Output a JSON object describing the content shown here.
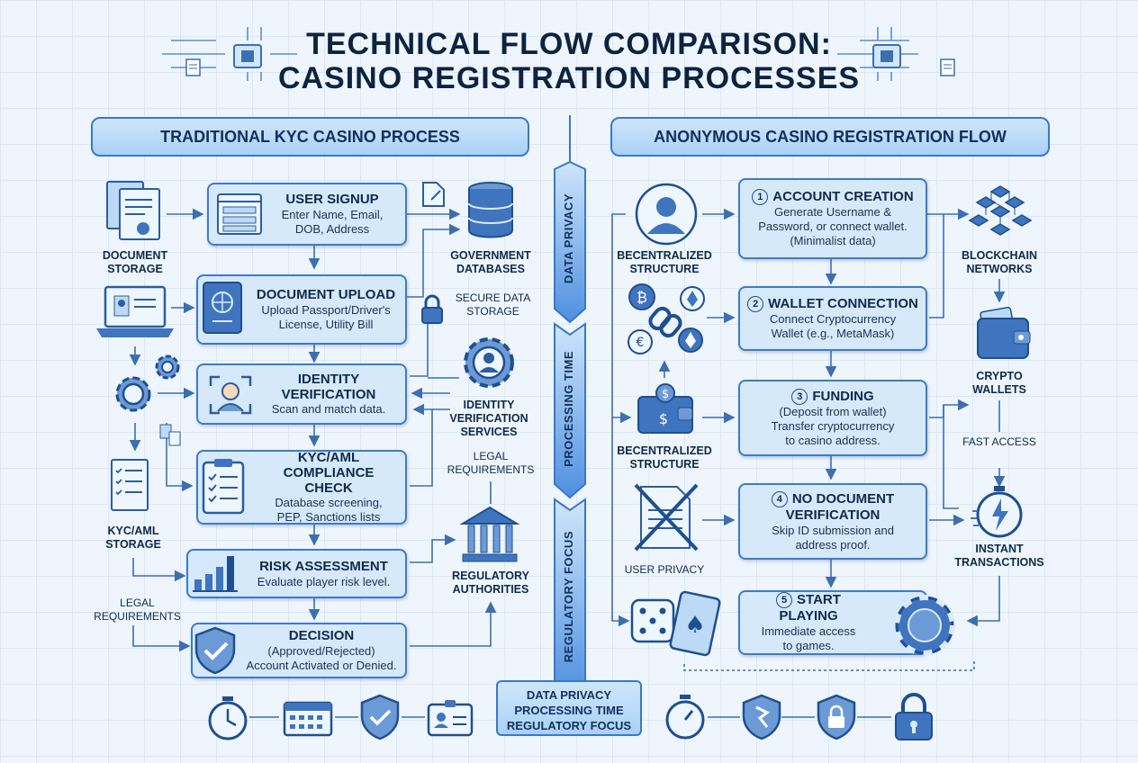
{
  "title": {
    "line1": "TECHNICAL FLOW COMPARISON:",
    "line2": "CASINO REGISTRATION PROCESSES"
  },
  "left": {
    "header": "TRADITIONAL KYC CASINO PROCESS",
    "steps": [
      {
        "title": "USER SIGNUP",
        "desc": [
          "Enter Name, Email,",
          "DOB, Address"
        ]
      },
      {
        "title": "DOCUMENT UPLOAD",
        "desc": [
          "Upload Passport/Driver's",
          "License, Utility Bill"
        ]
      },
      {
        "title": "IDENTITY VERIFICATION",
        "desc": [
          "Scan and match data."
        ]
      },
      {
        "title": "KYC/AML COMPLIANCE CHECK",
        "desc": [
          "Database screening,",
          "PEP, Sanctions lists"
        ]
      },
      {
        "title": "RISK ASSESSMENT",
        "desc": [
          "Evaluate player risk level."
        ]
      },
      {
        "title": "DECISION",
        "desc": [
          "(Approved/Rejected)",
          "Account Activated or Denied."
        ]
      }
    ],
    "side_labels": {
      "document_storage": "DOCUMENT STORAGE",
      "kyc_aml_storage": "KYC/AML STORAGE",
      "legal_requirements_left": "LEGAL REQUIREMENTS",
      "government_databases": "GOVERNMENT DATABASES",
      "secure_data_storage": "SECURE DATA STORAGE",
      "identity_verification_services": "IDENTITY VERIFICATION SERVICES",
      "legal_requirements_right": "LEGAL REQUIREMENTS",
      "regulatory_authorities": "REGULATORY AUTHORITIES"
    }
  },
  "center": {
    "labels": [
      "DATA PRIVACY",
      "PROCESSING TIME",
      "REGULATORY FOCUS"
    ],
    "box": [
      "DATA PRIVACY",
      "PROCESSING TIME",
      "REGULATORY FOCUS"
    ]
  },
  "right": {
    "header": "ANONYMOUS CASINO REGISTRATION FLOW",
    "steps": [
      {
        "num": "1",
        "title": "ACCOUNT CREATION",
        "desc": [
          "Generate Username &",
          "Password, or connect wallet.",
          "(Minimalist data)"
        ]
      },
      {
        "num": "2",
        "title": "WALLET CONNECTION",
        "desc": [
          "Connect Cryptocurrency",
          "Wallet (e.g., MetaMask)"
        ]
      },
      {
        "num": "3",
        "title": "FUNDING",
        "desc": [
          "(Deposit from wallet)",
          "Transfer cryptocurrency",
          "to casino address."
        ]
      },
      {
        "num": "4",
        "title": "NO DOCUMENT VERIFICATION",
        "desc": [
          "Skip ID submission and",
          "address proof."
        ]
      },
      {
        "num": "5",
        "title": "START PLAYING",
        "desc": [
          "Immediate access",
          "to games."
        ]
      }
    ],
    "side_labels": {
      "decentralized_1": "BECENTRALIZED STRUCTURE",
      "decentralized_2": "BECENTRALIZED STRUCTURE",
      "user_privacy": "USER PRIVACY",
      "blockchain_networks": "BLOCKCHAIN NETWORKS",
      "crypto_wallets": "CRYPTO WALLETS",
      "fast_access": "FAST ACCESS",
      "instant_transactions": "INSTANT TRANSACTIONS"
    }
  },
  "colors": {
    "accent": "#3a78c9",
    "box_fill": "#d6e9fb",
    "header_fill": "#a9d1f7",
    "text": "#0f2a4a",
    "background": "#eef5fc"
  }
}
